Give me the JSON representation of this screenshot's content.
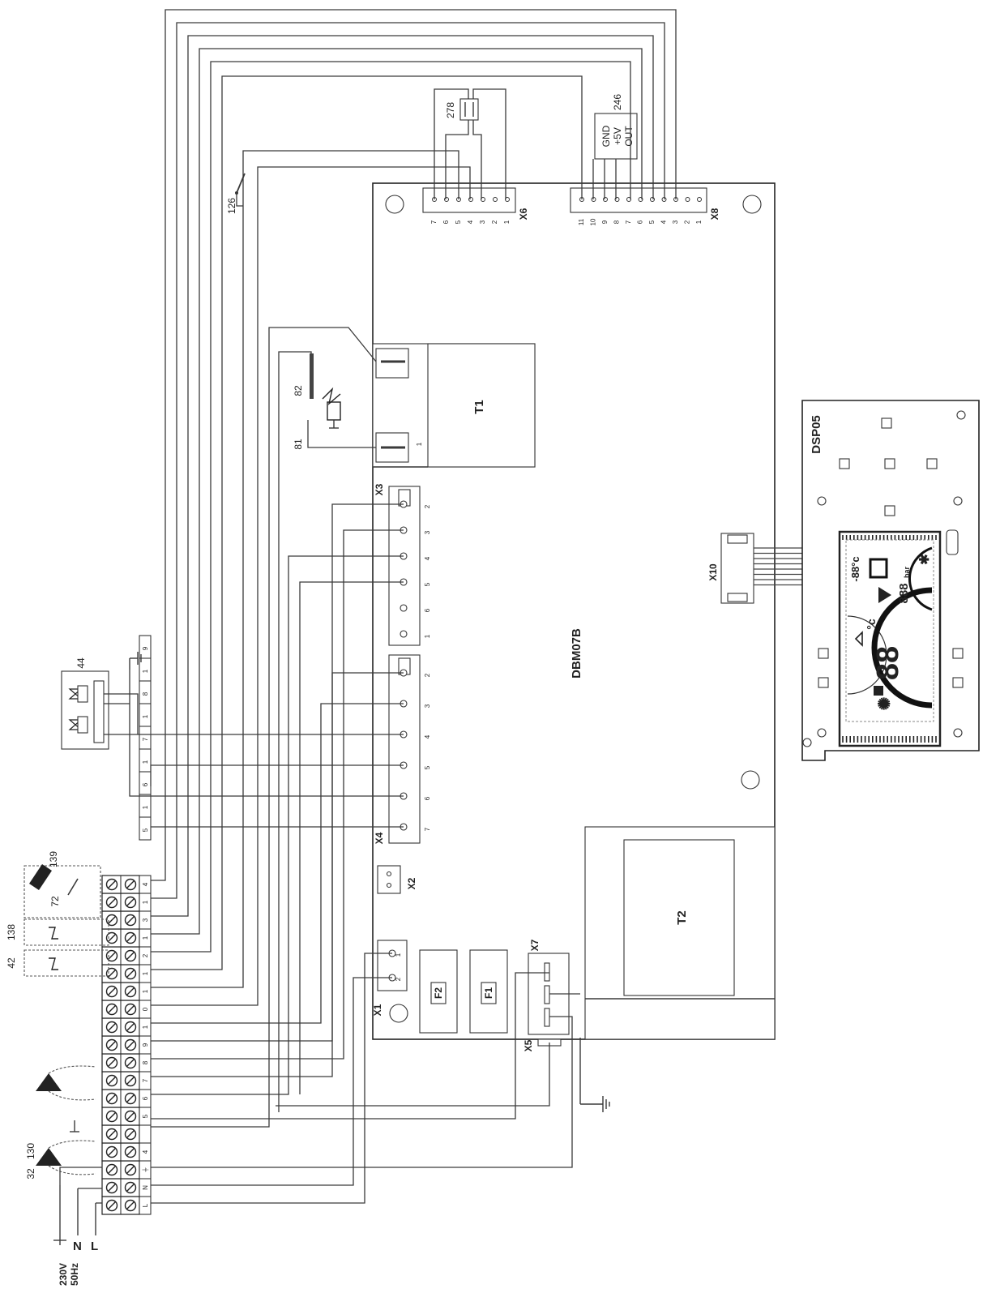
{
  "board": {
    "name": "DBM07B"
  },
  "display": {
    "name": "DSP05",
    "lcd_big_digits": "88",
    "lcd_unit": "°c",
    "lcd_small_digits": "-88°c",
    "lcd_pressure": "888",
    "lcd_pressure_unit": "bar"
  },
  "transformers": {
    "t1": "T1",
    "t2": "T2"
  },
  "connectors": {
    "x1": "X1",
    "x2": "X2",
    "x3": "X3",
    "x4": "X4",
    "x5": "X5",
    "x6": "X6",
    "x7": "X7",
    "x8": "X8",
    "x10": "X10"
  },
  "fuses": {
    "f1": "F1",
    "f2": "F2"
  },
  "x6_pins": [
    "7",
    "6",
    "5",
    "4",
    "3",
    "2",
    "1"
  ],
  "x8_pins": [
    "11",
    "10",
    "9",
    "8",
    "7",
    "6",
    "5",
    "4",
    "3",
    "2",
    "1"
  ],
  "x3_pins": [
    "2",
    "3",
    "4",
    "5",
    "6",
    "1"
  ],
  "x4_pins": [
    "2",
    "3",
    "4",
    "5",
    "6",
    "7"
  ],
  "x1_pins": [
    "1",
    "2"
  ],
  "t1_pin": "1",
  "sensor_246": {
    "id": "246",
    "pins": [
      "GND",
      "+5V",
      "OUT"
    ]
  },
  "components": {
    "c278": "278",
    "c126": "126",
    "c82": "82",
    "c81": "81",
    "c44": "44",
    "c139": "139",
    "c72": "72",
    "c138": "138",
    "c42": "42",
    "c32": "32",
    "c130": "130"
  },
  "terminal_block": {
    "labels": [
      "L",
      "N",
      "⏚",
      "4",
      "",
      "5",
      "6",
      "7",
      "8",
      "9",
      "1",
      "0",
      "1",
      "1",
      "2",
      "1",
      "3",
      "1",
      "4"
    ]
  },
  "upper_strip": {
    "labels": [
      "5",
      "1",
      "6",
      "1",
      "7",
      "1",
      "8",
      "1",
      "9"
    ]
  },
  "supply": {
    "line1": "230V",
    "line2": "50Hz",
    "l": "L",
    "n": "N"
  }
}
